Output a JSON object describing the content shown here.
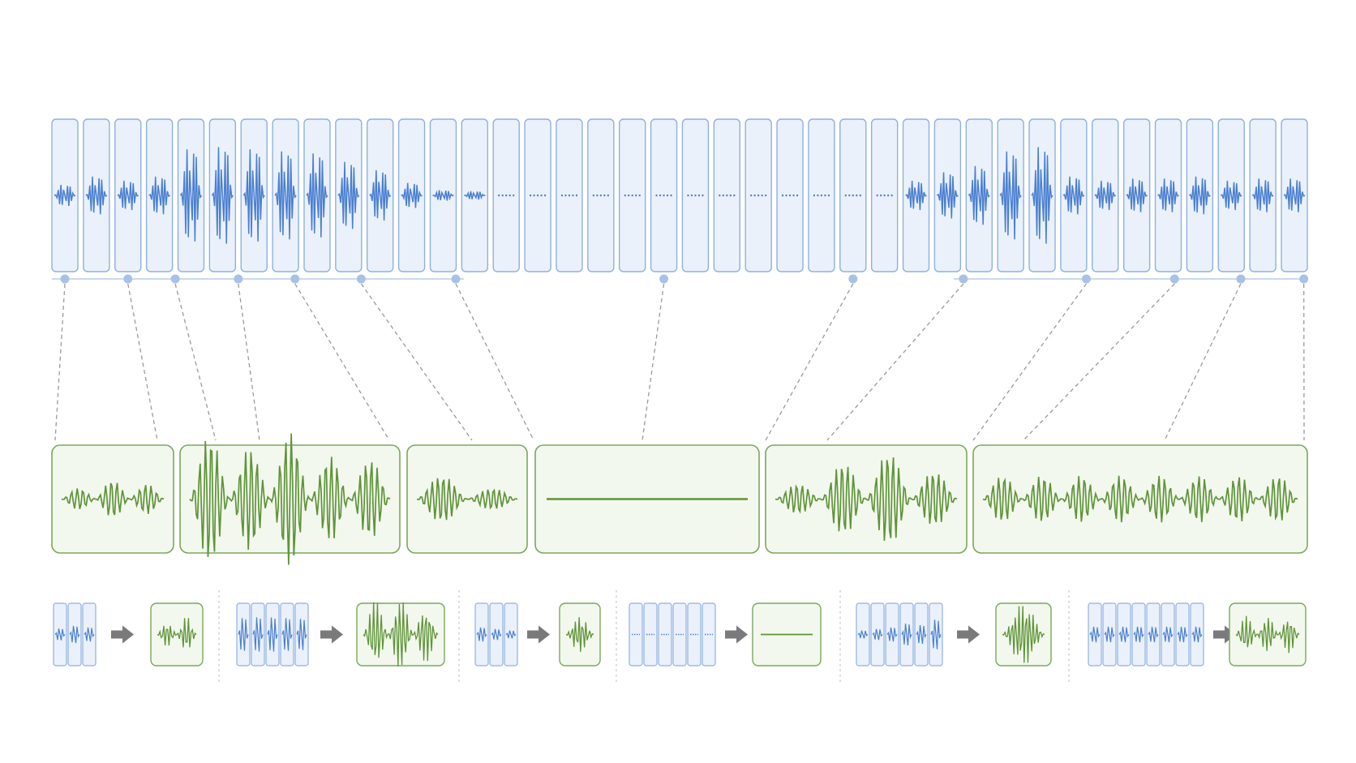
{
  "colors": {
    "frame_fill": "#eaf1fb",
    "frame_stroke": "#8fb0e0",
    "wave_blue": "#4a7fd0",
    "baseline": "#b8cbe8",
    "node": "#a9c1e6",
    "connector": "#9a9a9a",
    "chunk_fill": "#f3f8ee",
    "chunk_stroke": "#7aa85a",
    "wave_green": "#5e9438",
    "arrow": "#7a7a7a",
    "separator": "#c8c8c8"
  },
  "frames": {
    "count": 40,
    "amplitudes": [
      0.1,
      0.18,
      0.14,
      0.18,
      0.44,
      0.46,
      0.44,
      0.42,
      0.4,
      0.32,
      0.24,
      0.12,
      0.05,
      0.04,
      0,
      0,
      0,
      0,
      0,
      0,
      0,
      0,
      0,
      0,
      0,
      0,
      0,
      0.14,
      0.22,
      0.28,
      0.42,
      0.46,
      0.18,
      0.14,
      0.16,
      0.16,
      0.18,
      0.14,
      0.16,
      0.16
    ],
    "silent": [
      false,
      false,
      false,
      false,
      false,
      false,
      false,
      false,
      false,
      false,
      false,
      false,
      false,
      false,
      true,
      true,
      true,
      true,
      true,
      true,
      true,
      true,
      true,
      true,
      true,
      true,
      true,
      false,
      false,
      false,
      false,
      false,
      false,
      false,
      false,
      false,
      false,
      false,
      false,
      false
    ],
    "boundary_nodes": [
      0,
      2,
      3.5,
      5.5,
      7.3,
      9.4,
      12.4,
      19,
      25,
      28.5,
      32.4,
      35.2,
      37.3,
      39.3
    ]
  },
  "chunks": [
    {
      "frame_start": 0,
      "frame_end": 3,
      "envelope": [
        0.1,
        0.18,
        0.14
      ]
    },
    {
      "frame_start": 3,
      "frame_end": 10,
      "envelope": [
        0.6,
        0.48,
        0.62,
        0.4,
        0.38
      ]
    },
    {
      "frame_start": 10,
      "frame_end": 14,
      "envelope": [
        0.22,
        0.1
      ]
    },
    {
      "frame_start": 14,
      "frame_end": 22,
      "envelope": [],
      "silent": true
    },
    {
      "frame_start": 22,
      "frame_end": 28,
      "envelope": [
        0.14,
        0.34,
        0.44,
        0.26
      ]
    },
    {
      "frame_start": 28,
      "frame_end": 40,
      "envelope": [
        0.22,
        0.22,
        0.22,
        0.22,
        0.22,
        0.22,
        0.22,
        0.22
      ]
    }
  ],
  "summary_groups": [
    {
      "frames": 3,
      "amps": [
        0.15,
        0.22,
        0.18
      ],
      "silent": false,
      "out_envelope": [
        0.2,
        0.3
      ]
    },
    {
      "frames": 5,
      "amps": [
        0.42,
        0.44,
        0.44,
        0.42,
        0.4
      ],
      "silent": false,
      "out_envelope": [
        0.55,
        0.6,
        0.45
      ]
    },
    {
      "frames": 3,
      "amps": [
        0.18,
        0.14,
        0.1
      ],
      "silent": false,
      "out_envelope": [
        0.3
      ]
    },
    {
      "frames": 6,
      "amps": [
        0,
        0,
        0,
        0,
        0,
        0
      ],
      "silent": true,
      "out_envelope": []
    },
    {
      "frames": 6,
      "amps": [
        0.1,
        0.14,
        0.18,
        0.28,
        0.24,
        0.38
      ],
      "silent": false,
      "out_envelope": [
        0.5
      ]
    },
    {
      "frames": 8,
      "amps": [
        0.2,
        0.2,
        0.2,
        0.2,
        0.2,
        0.2,
        0.2,
        0.2
      ],
      "silent": false,
      "out_envelope": [
        0.3,
        0.3,
        0.3
      ]
    }
  ]
}
